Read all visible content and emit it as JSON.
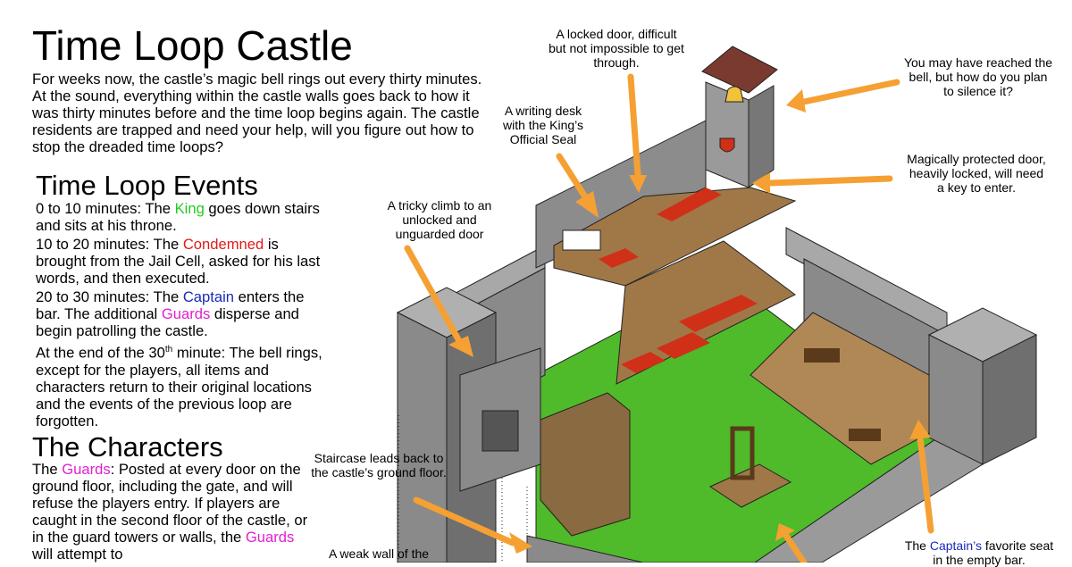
{
  "title": "Time Loop Castle",
  "intro": "For weeks now, the castle’s magic bell rings out every thirty minutes. At the sound, everything within the castle walls goes back to how it was thirty minutes before and the time loop begins again. The castle residents are trapped and need your help, will you figure out how to stop the dreaded time loops?",
  "events": {
    "heading": "Time Loop Events",
    "e1": {
      "pre": "0 to 10 minutes: The ",
      "name": "King",
      "post": " goes down stairs and sits at his throne."
    },
    "e2": {
      "pre": "10 to 20 minutes: The ",
      "name": "Condemned",
      "post": " is brought from the Jail Cell, asked for his last words, and then executed."
    },
    "e3": {
      "pre": "20 to 30 minutes: The ",
      "name1": "Captain",
      "mid": " enters the bar. The additional ",
      "name2": "Guards",
      "post": " disperse and begin patrolling the castle."
    },
    "e4": {
      "pre": "At the end of the 30",
      "sup": "th",
      "post": " minute: The bell rings, except for the players, all items and characters return to their original locations and the events of the previous loop are forgotten."
    }
  },
  "characters": {
    "heading": "The Characters",
    "c1": {
      "pre": "The ",
      "name1": "Guards",
      "mid": ": Posted at every door on the ground floor, including the gate, and will refuse the players entry. If players are caught in the second floor of the castle, or in the guard towers or walls, the ",
      "name2": "Guards",
      "post": " will attempt to"
    }
  },
  "annotations": {
    "locked_door": "A locked door, difficult but not impossible to get through.",
    "bell": "You may have reached the bell, but how do you plan to silence it?",
    "desk": "A writing desk with the King’s Official Seal",
    "protected_door": "Magically protected door, heavily locked, will need a key to enter.",
    "climb": "A tricky climb to an unlocked and unguarded door",
    "staircase": "Staircase leads back to the castle’s ground floor.",
    "weak_wall": "A weak wall of the",
    "captain": {
      "pre": "The ",
      "name": "Captain’s",
      "post": " favorite seat",
      "line2": "in the empty bar."
    }
  },
  "colors": {
    "arrow": "#f5a033",
    "grass": "#4fba2a",
    "stone": "#8a8a8a",
    "stone_light": "#a8a8a8",
    "wood_floor": "#a07848",
    "carpet": "#d03018",
    "roof": "#7a3a30",
    "king": "#22cc22",
    "condemned": "#e01a1a",
    "captain": "#1a2ab8",
    "guards": "#e020d0"
  },
  "icons": [
    "bell-icon",
    "heraldic-shield-icon",
    "bed-icon",
    "gallows-icon",
    "throne-icon"
  ]
}
